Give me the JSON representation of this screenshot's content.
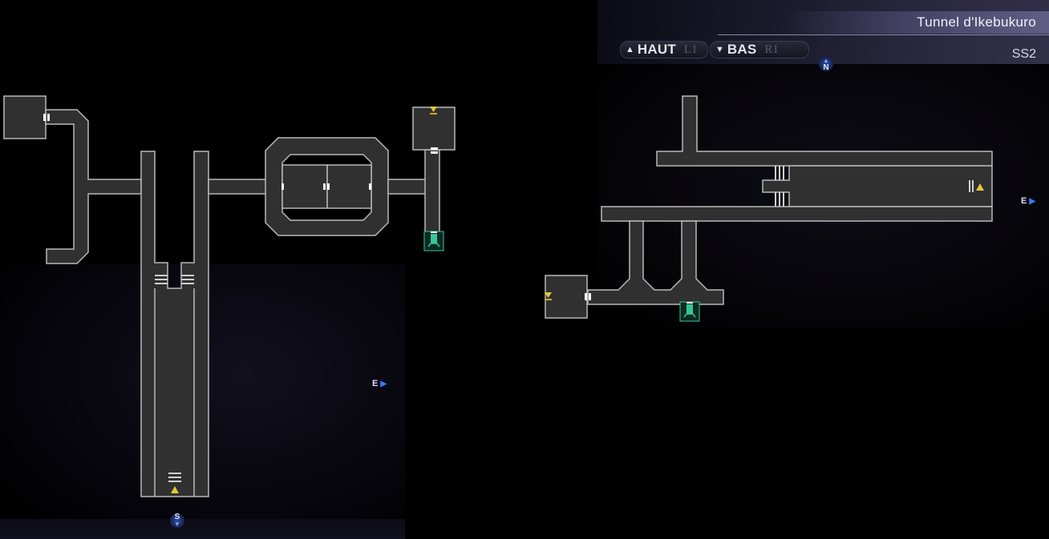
{
  "header": {
    "location": "Tunnel d'Ikebukuro",
    "floor": "SS2",
    "up_button": {
      "arrow": "▲",
      "label": "HAUT",
      "key": "L1"
    },
    "down_button": {
      "arrow": "▼",
      "label": "BAS",
      "key": "R1"
    }
  },
  "compass": {
    "north": "N",
    "south": "S",
    "east_left_map": "E",
    "east_right_map": "E"
  },
  "icons": {
    "stairs_up": "stairs-up-icon",
    "stairs_down": "stairs-down-icon",
    "terminal": "terminal-icon",
    "door": "door-icon"
  },
  "colors": {
    "floor_fill": "#303030",
    "wall_stroke": "#b9b9b9",
    "stairs_yellow": "#e8c53a",
    "terminal_green": "#38c49a",
    "compass_blue": "#3e78ff"
  }
}
